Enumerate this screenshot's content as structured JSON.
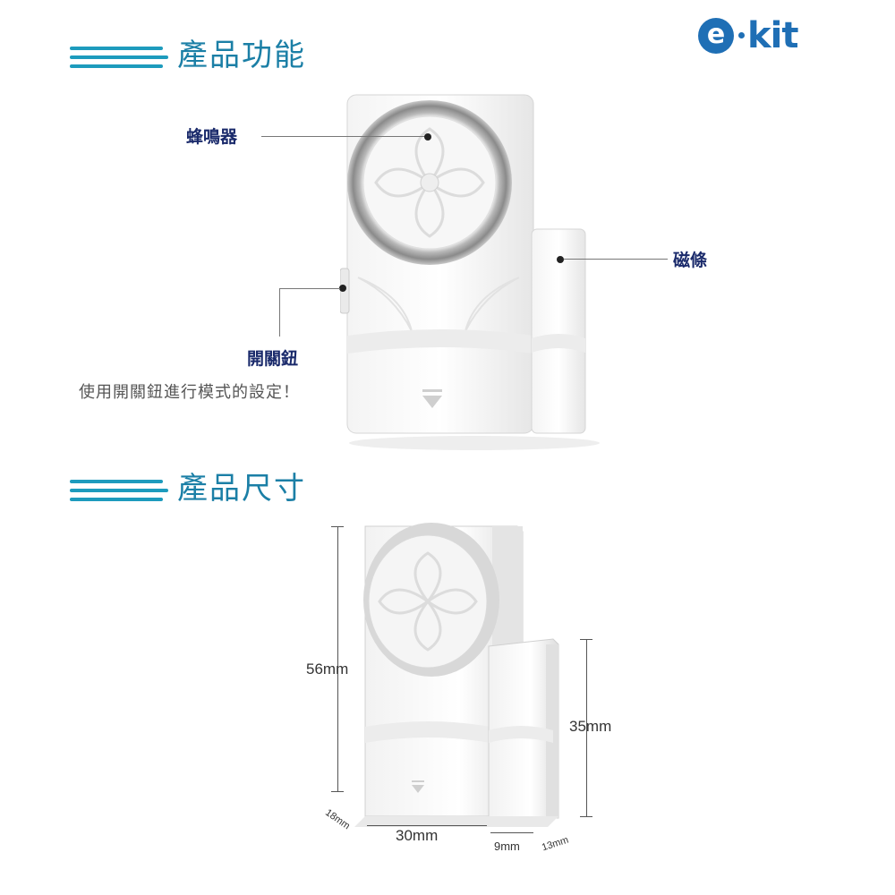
{
  "brand": {
    "logo_text": "e·kit",
    "color": "#1f6fb5"
  },
  "section1": {
    "title": "產品功能",
    "labels": {
      "buzzer": "蜂鳴器",
      "magnet": "磁條",
      "switch": "開關鈕"
    },
    "note": "使用開關鈕進行模式的設定！"
  },
  "section2": {
    "title": "產品尺寸",
    "dimensions": {
      "height_main": "56mm",
      "height_magnet": "35mm",
      "width_main": "30mm",
      "width_magnet": "9mm",
      "depth_main": "18mm",
      "depth_magnet": "13mm"
    }
  },
  "colors": {
    "accent": "#1b7fa6",
    "label": "#1a2a6b"
  }
}
